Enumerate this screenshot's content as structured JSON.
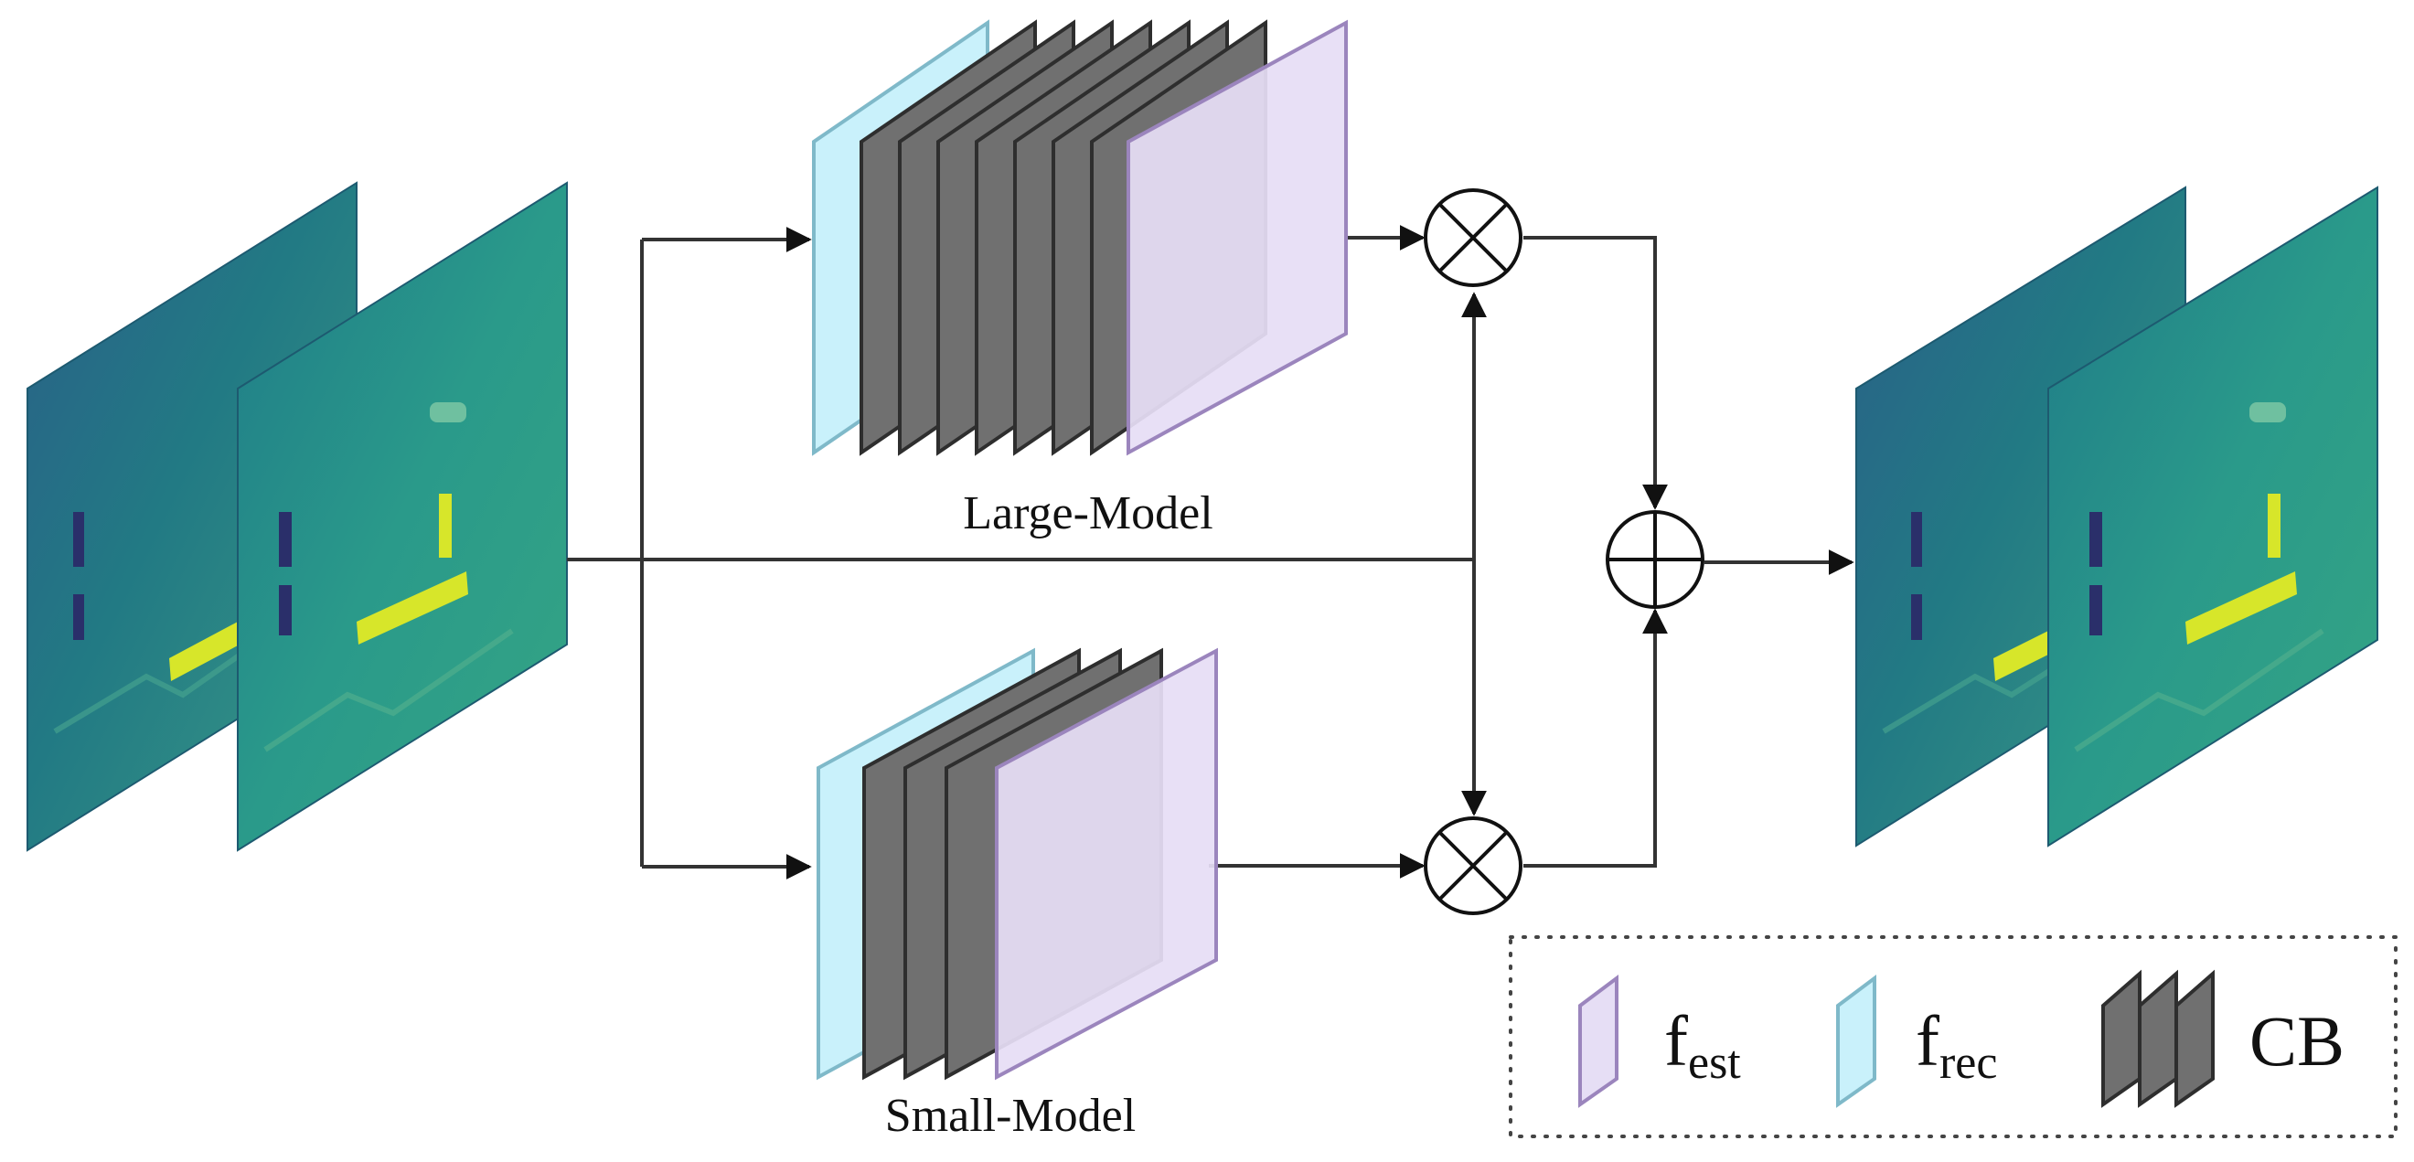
{
  "models": {
    "large_label": "Large-Model",
    "small_label": "Small-Model"
  },
  "legend": {
    "est_base": "f",
    "est_sub": "est",
    "rec_base": "f",
    "rec_sub": "rec",
    "cb_label": "CB"
  },
  "operators": {
    "multiply": "⊗",
    "add": "⊕"
  },
  "colors": {
    "frec_fill": "#c9f1fb",
    "frec_stroke": "#7fb9c9",
    "fest_fill": "#e6def5",
    "fest_stroke": "#9b85bd",
    "cb_fill": "#707070",
    "cb_stroke": "#2e2e2e",
    "line": "#333333",
    "feature_map_teal": "#1e7f86",
    "feature_map_highlight": "#d7e62a"
  }
}
